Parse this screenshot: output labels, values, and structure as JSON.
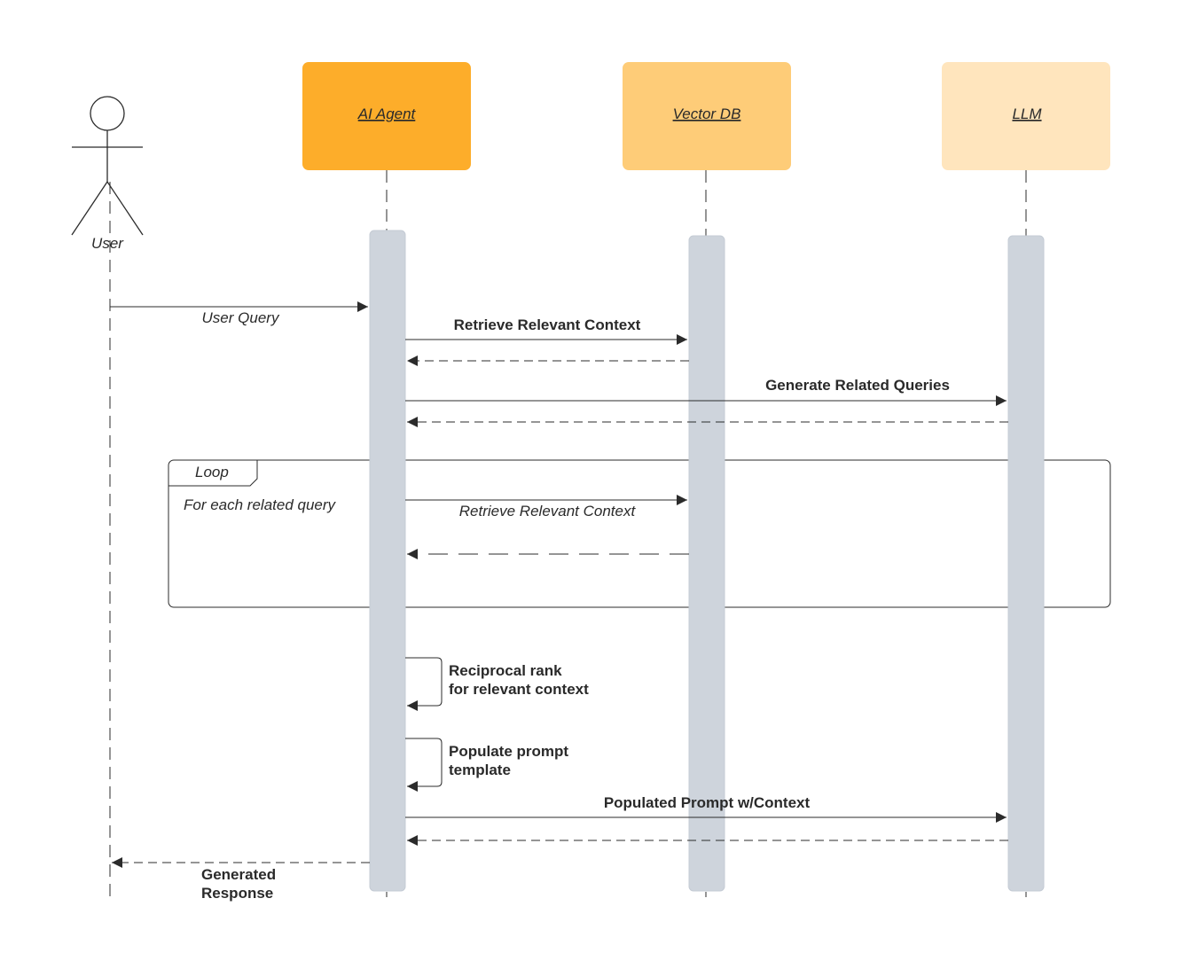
{
  "actors": {
    "user": {
      "label": "User"
    }
  },
  "participants": {
    "agent": {
      "label": "AI Agent",
      "color": "#FDAD2A"
    },
    "vectordb": {
      "label": "Vector DB",
      "color": "#FECC78"
    },
    "llm": {
      "label": "LLM",
      "color": "#FFE5BD"
    }
  },
  "colors": {
    "activation": "#CED4DC",
    "line": "#2b2b2b"
  },
  "messages": {
    "user_query": "User Query",
    "retrieve_context": "Retrieve Relevant Context",
    "generate_queries": "Generate Related Queries",
    "loop_retrieve": "Retrieve Relevant Context",
    "reciprocal_rank_l1": "Reciprocal rank",
    "reciprocal_rank_l2": "for relevant context",
    "populate_template_l1": "Populate prompt",
    "populate_template_l2": "template",
    "populated_prompt": "Populated Prompt w/Context",
    "generated_response_l1": "Generated",
    "generated_response_l2": "Response"
  },
  "loop": {
    "label": "Loop",
    "condition": "For each related query"
  }
}
